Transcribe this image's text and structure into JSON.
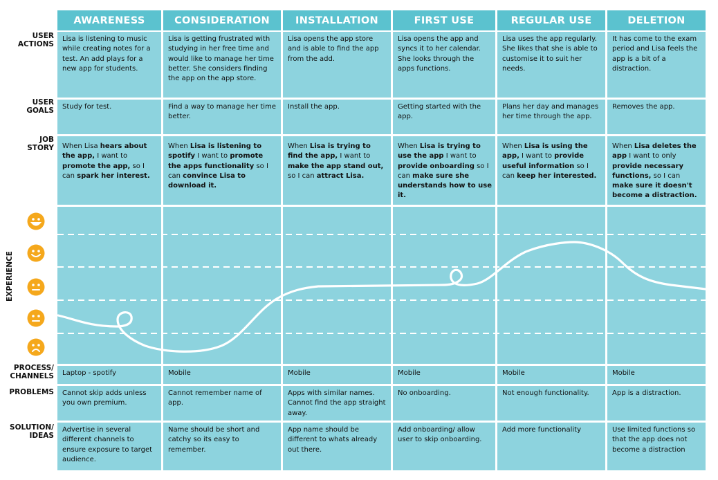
{
  "stages": [
    "AWARENESS",
    "CONSIDERATION",
    "INSTALLATION",
    "FIRST USE",
    "REGULAR USE",
    "DELETION"
  ],
  "row_labels": {
    "user_actions": "USER\nACTIONS",
    "user_goals": "USER\nGOALS",
    "job_story": "JOB\nSTORY",
    "experience": "EXPERIENCE",
    "process_channels": "PROCESS/\nCHANNELS",
    "problems": "PROBLEMS",
    "solution_ideas": "SOLUTION/\nIDEAS"
  },
  "user_actions": [
    "Lisa is listening to music while creating notes for a test. An add plays for a new app for students.",
    "Lisa is getting frustrated with studying in her free time and would like to manage her time better. She considers finding the app on the app store.",
    "Lisa opens the app store and is able to find the app from the add.",
    "Lisa opens the app and syncs it to her calendar. She looks through the apps functions.",
    "Lisa uses the app regularly. She likes that she is able to customise it to suit her needs.",
    "It has come to the exam period and Lisa feels the app is a bit of a distraction."
  ],
  "user_goals": [
    "Study for test.",
    "Find a way to manage her time better.",
    "Install the app.",
    "Getting started with the app.",
    "Plans her day and manages her time through the app.",
    "Removes the app."
  ],
  "job_story": [
    [
      {
        "t": "When Lisa ",
        "b": false
      },
      {
        "t": "hears about the app,",
        "b": true
      },
      {
        "t": " I want to ",
        "b": false
      },
      {
        "t": "promote the app,",
        "b": true
      },
      {
        "t": " so I can ",
        "b": false
      },
      {
        "t": "spark her interest.",
        "b": true
      }
    ],
    [
      {
        "t": "When ",
        "b": false
      },
      {
        "t": "Lisa is listening to spotify",
        "b": true
      },
      {
        "t": " I want to ",
        "b": false
      },
      {
        "t": "promote the apps functionality",
        "b": true
      },
      {
        "t": " so I can ",
        "b": false
      },
      {
        "t": "convince Lisa to download it.",
        "b": true
      }
    ],
    [
      {
        "t": "When ",
        "b": false
      },
      {
        "t": "Lisa is trying to find the app,",
        "b": true
      },
      {
        "t": " I want to ",
        "b": false
      },
      {
        "t": "make the app stand out,",
        "b": true
      },
      {
        "t": " so I can ",
        "b": false
      },
      {
        "t": "attract Lisa.",
        "b": true
      }
    ],
    [
      {
        "t": "When ",
        "b": false
      },
      {
        "t": "Lisa is trying to use the app",
        "b": true
      },
      {
        "t": " I want to ",
        "b": false
      },
      {
        "t": "provide onboarding",
        "b": true
      },
      {
        "t": " so I can ",
        "b": false
      },
      {
        "t": "make sure she understands how to use it.",
        "b": true
      }
    ],
    [
      {
        "t": "When ",
        "b": false
      },
      {
        "t": "Lisa is using the app,",
        "b": true
      },
      {
        "t": " I want to ",
        "b": false
      },
      {
        "t": "provide useful information",
        "b": true
      },
      {
        "t": " so I can ",
        "b": false
      },
      {
        "t": "keep her interested.",
        "b": true
      }
    ],
    [
      {
        "t": "When ",
        "b": false
      },
      {
        "t": "Lisa deletes the app",
        "b": true
      },
      {
        "t": " I want to only ",
        "b": false
      },
      {
        "t": "provide necessary functions,",
        "b": true
      },
      {
        "t": " so I can ",
        "b": false
      },
      {
        "t": "make sure it doesn't become a distraction.",
        "b": true
      }
    ]
  ],
  "process_channels": [
    "Laptop - spotify",
    "Mobile",
    "Mobile",
    "Mobile",
    "Mobile",
    "Mobile"
  ],
  "problems": [
    "Cannot skip adds unless you own premium.",
    "Cannot remember name of app.",
    "Apps with similar names. Cannot find the app straight away.",
    "No onboarding.",
    "Not enough functionality.",
    "App is a distraction."
  ],
  "solution_ideas": [
    "Advertise in several different channels to ensure exposure to target audience.",
    "Name should be short and catchy so its easy to remember.",
    "App name should be different to whats already out there.",
    "Add onboarding/ allow user to skip onboarding.",
    "Add more functionality",
    "Use limited functions so that the app does not become a distraction"
  ],
  "experience_scale": [
    "very-happy-face-icon",
    "happy-face-icon",
    "neutral-face-icon",
    "unhappy-face-icon",
    "sad-face-icon"
  ],
  "colors": {
    "header": "#5bc2cf",
    "cell": "#8dd3de",
    "icon": "#f5a81c",
    "line": "#ffffff"
  }
}
